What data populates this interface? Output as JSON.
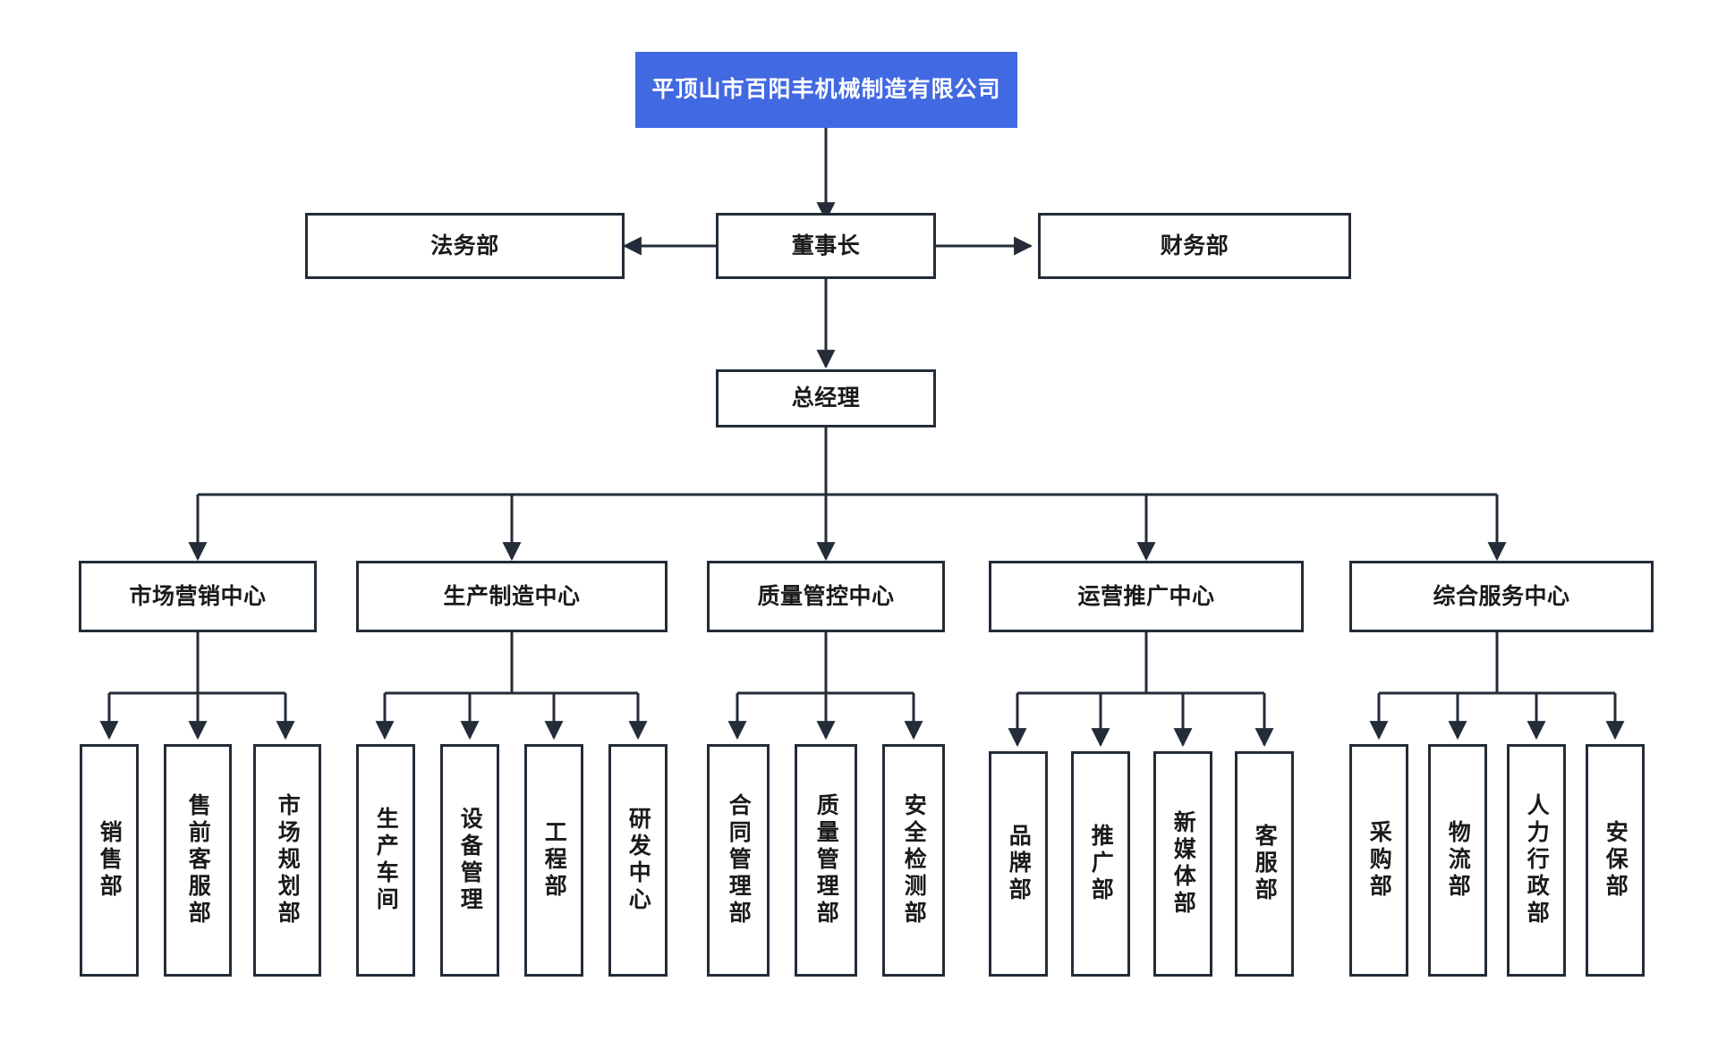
{
  "diagram": {
    "type": "organizational-chart",
    "title": "平顶山市百阳丰机械制造有限公司",
    "colors": {
      "root_fill": "#4169e1",
      "root_text": "#ffffff",
      "node_border": "#232c38",
      "node_fill": "#ffffff",
      "node_text": "#1a1a1a",
      "connector": "#232c38",
      "background": "#ffffff"
    },
    "root": {
      "label": "平顶山市百阳丰机械制造有限公司"
    },
    "executives": {
      "chairman": "董事长",
      "left_staff": "法务部",
      "right_staff": "财务部",
      "general_manager": "总经理"
    },
    "centers": [
      {
        "label": "市场营销中心",
        "departments": [
          "销售部",
          "售前客服部",
          "市场规划部"
        ]
      },
      {
        "label": "生产制造中心",
        "departments": [
          "生产车间",
          "设备管理",
          "工程部",
          "研发中心"
        ]
      },
      {
        "label": "质量管控中心",
        "departments": [
          "合同管理部",
          "质量管理部",
          "安全检测部"
        ]
      },
      {
        "label": "运营推广中心",
        "departments": [
          "品牌部",
          "推广部",
          "新媒体部",
          "客服部"
        ]
      },
      {
        "label": "综合服务中心",
        "departments": [
          "采购部",
          "物流部",
          "人力行政部",
          "安保部"
        ]
      }
    ]
  }
}
